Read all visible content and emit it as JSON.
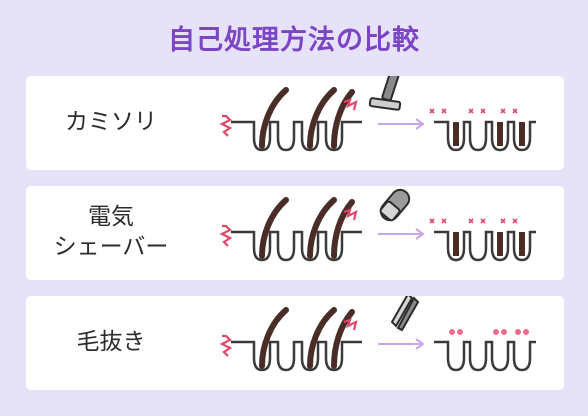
{
  "title": "自己処理方法の比較",
  "colors": {
    "background": "#e6e3f9",
    "title": "#7c45c6",
    "card": "#ffffff",
    "hair": "#4a2d26",
    "skin_line": "#3a3a3a",
    "arrow": "#c5a6ea",
    "pain_mark": "#e0476a",
    "irritation_dot": "#f06a8c"
  },
  "rows": [
    {
      "label_lines": [
        "カミソリ"
      ],
      "tool": "razor-icon",
      "result": "hair-cut-at-surface"
    },
    {
      "label_lines": [
        "電気",
        "シェーバー"
      ],
      "tool": "electric-shaver-icon",
      "result": "hair-cut-at-surface"
    },
    {
      "label_lines": [
        "毛抜き"
      ],
      "tool": "tweezers-icon",
      "result": "hair-pulled-out-with-redness"
    }
  ]
}
